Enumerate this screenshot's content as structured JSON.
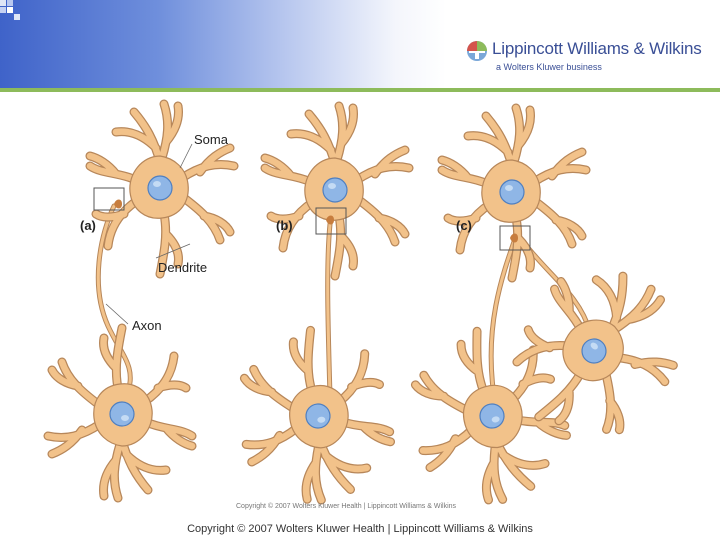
{
  "header": {
    "publisher": "Lippincott Williams & Wilkins",
    "tagline": "a Wolters Kluwer business",
    "colors": {
      "band": "#3f63c9",
      "rule": "#8dbb5b",
      "brand_text": "#3a4f96"
    }
  },
  "diagram": {
    "labels": {
      "soma": "Soma",
      "dendrite": "Dendrite",
      "axon": "Axon",
      "panel_a": "(a)",
      "panel_b": "(b)",
      "panel_c": "(c)"
    },
    "colors": {
      "cell_body": "#f2c28a",
      "cell_outline": "#b7875a",
      "nucleus": "#8fb6e6",
      "nucleus_outline": "#4f7fc0"
    }
  },
  "footer": {
    "copyright_inset": "Copyright © 2007 Wolters Kluwer Health | Lippincott Williams & Wilkins",
    "copyright": "Copyright © 2007 Wolters Kluwer Health | Lippincott Williams & Wilkins"
  }
}
